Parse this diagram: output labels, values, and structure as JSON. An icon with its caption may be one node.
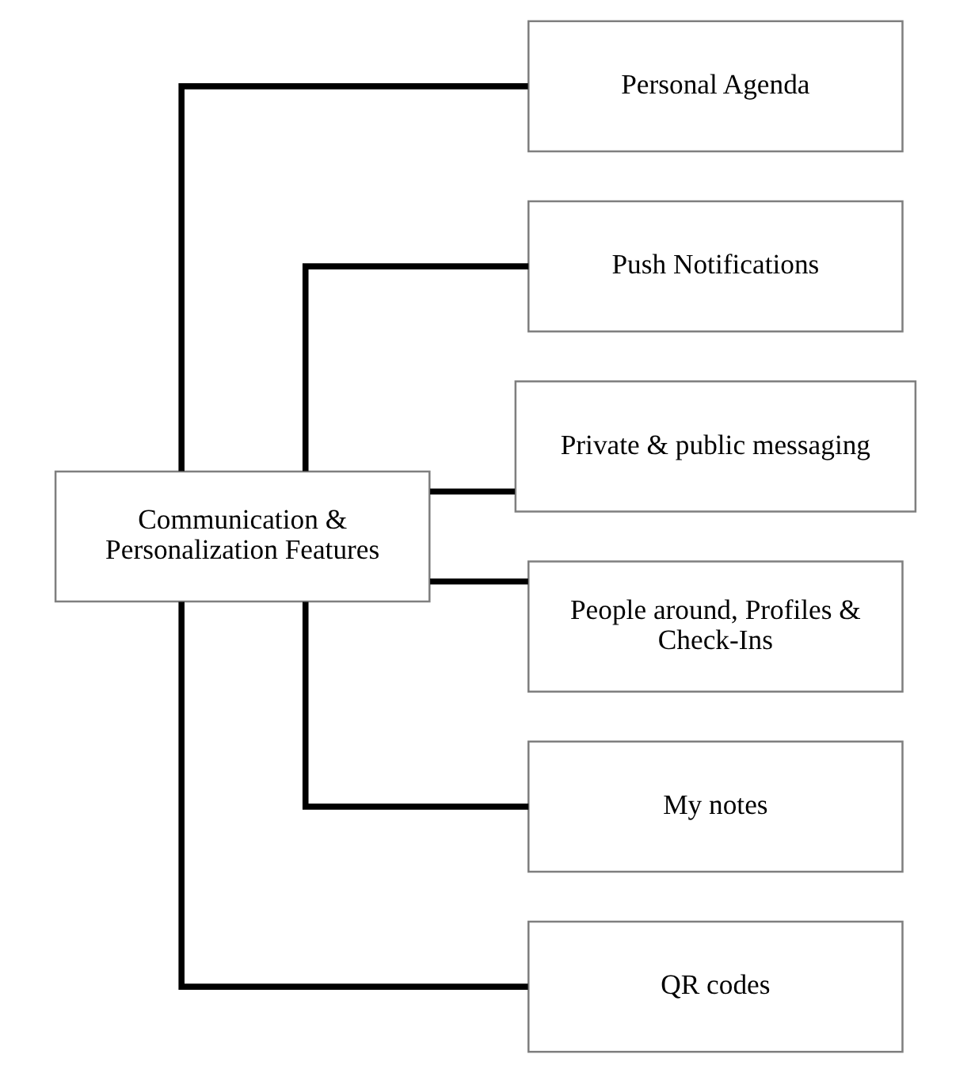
{
  "diagram": {
    "nodes": [
      {
        "text": [
          "Communication & Personalization Features"
        ]
      },
      {
        "text": [
          "Personal Agenda"
        ]
      },
      {
        "text": [
          "Push Notifications"
        ]
      },
      {
        "text": [
          "Private & public messaging"
        ]
      },
      {
        "text": [
          "People around, Profiles & Check-Ins"
        ]
      },
      {
        "text": [
          "My notes"
        ]
      },
      {
        "text": [
          "QR codes"
        ]
      }
    ],
    "edges": [
      {
        "from": 0,
        "to": 1,
        "arrow": "none"
      },
      {
        "from": 0,
        "to": 2,
        "arrow": "none"
      },
      {
        "from": 0,
        "to": 3,
        "arrow": "none"
      },
      {
        "from": 0,
        "to": 4,
        "arrow": "none"
      },
      {
        "from": 0,
        "to": 5,
        "arrow": "none"
      },
      {
        "from": 0,
        "to": 6,
        "arrow": "none"
      }
    ]
  }
}
